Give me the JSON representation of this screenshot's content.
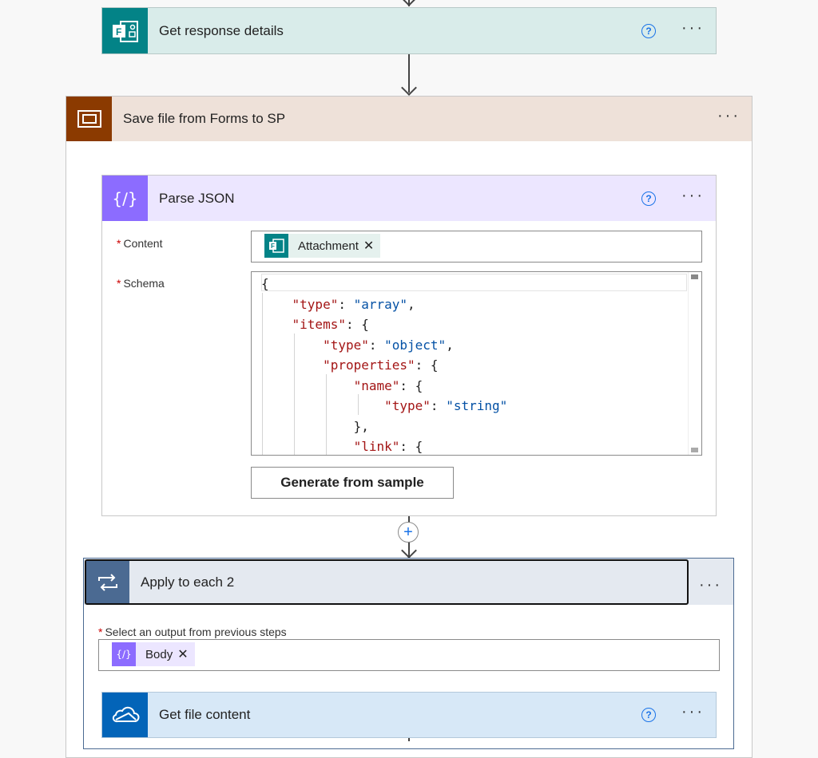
{
  "steps": {
    "get_response": {
      "title": "Get response details",
      "color": "#038387",
      "bg": "#d9ecea"
    },
    "scope": {
      "title": "Save file from Forms to SP",
      "color": "#8b3a00",
      "bg": "#eee1d9"
    },
    "parse_json": {
      "title": "Parse JSON",
      "color": "#8c6cff",
      "bg": "#ece6ff",
      "content_label": "Content",
      "content_token": "Attachment",
      "schema_label": "Schema",
      "schema_lines": [
        "{",
        "    \"type\": \"array\",",
        "    \"items\": {",
        "        \"type\": \"object\",",
        "        \"properties\": {",
        "            \"name\": {",
        "                \"type\": \"string\"",
        "            },",
        "            \"link\": {"
      ],
      "generate_label": "Generate from sample"
    },
    "apply_each": {
      "title": "Apply to each 2",
      "color": "#4b6a92",
      "bg": "#e4e9f0",
      "select_label": "Select an output from previous steps",
      "token": "Body"
    },
    "get_file": {
      "title": "Get file content",
      "color": "#0364b8",
      "bg": "#d7e8f7"
    }
  },
  "icons": {
    "help": "?",
    "more": "···",
    "token_close": "✕",
    "add": "+"
  }
}
